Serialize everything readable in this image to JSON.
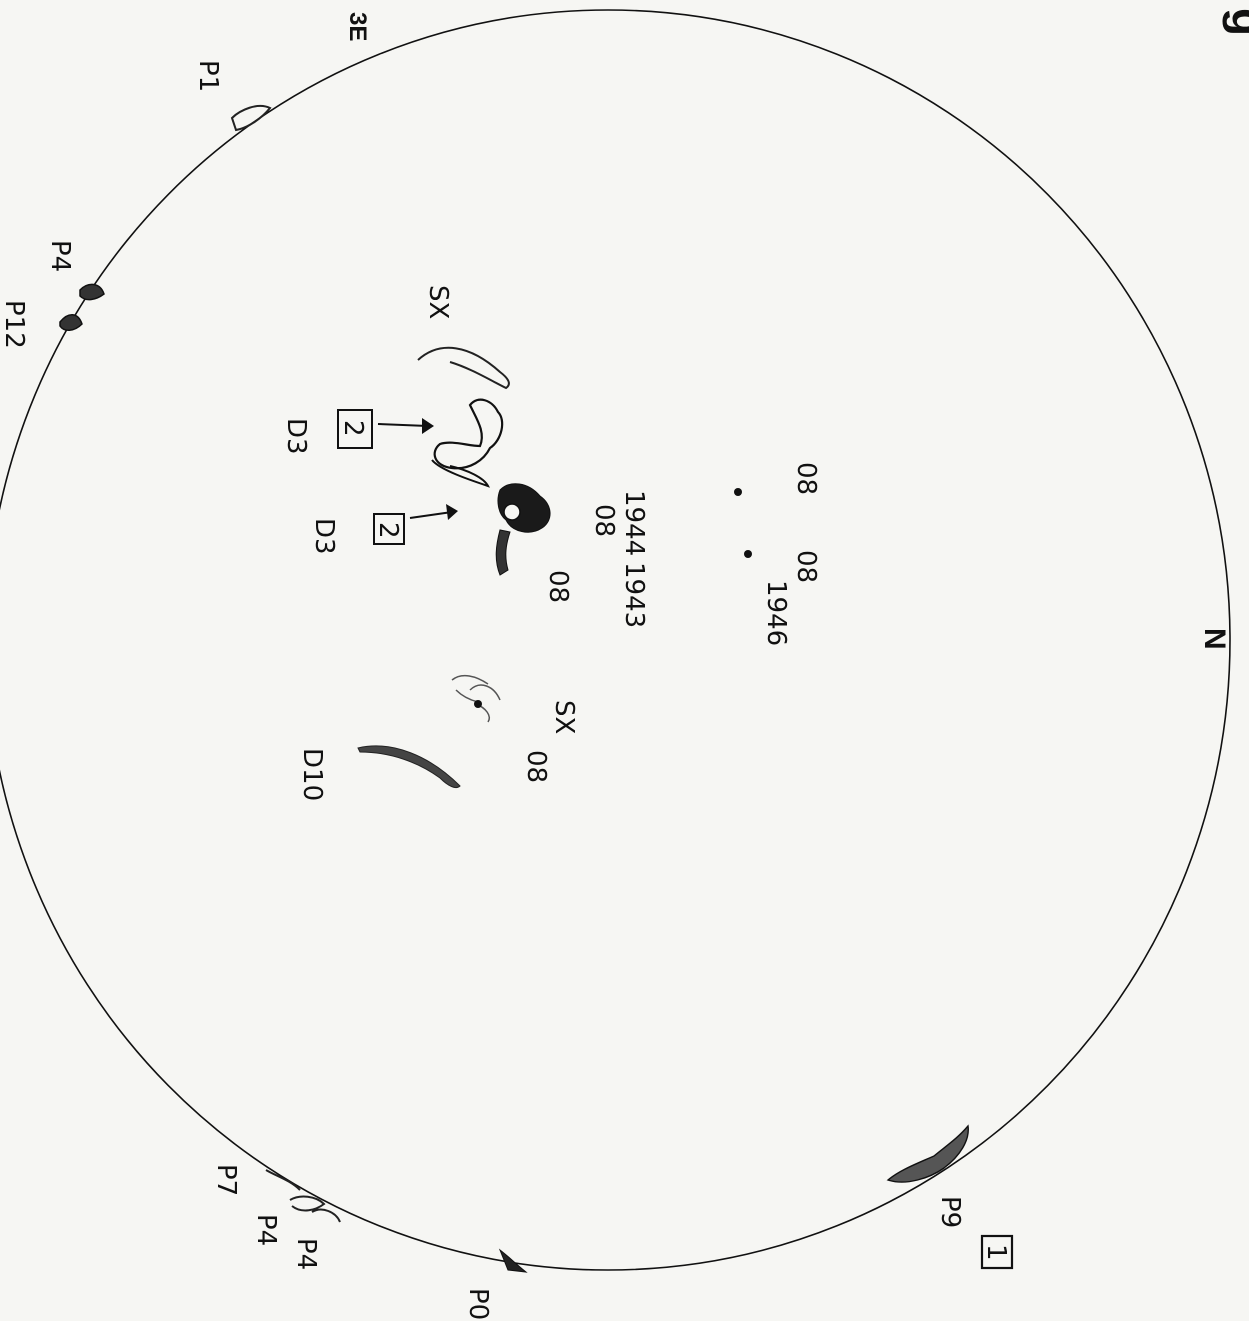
{
  "header_fragment": "g",
  "corner_mark": "3E",
  "compass": "N",
  "box_label_top": "1",
  "box_label_mid": "2",
  "box_label_low": "2",
  "region_labels": {
    "p1": "P1",
    "p4a": "P4",
    "p12": "P12",
    "d3_upper": "D3",
    "d3_lower": "D3",
    "sx_top": "SX",
    "year_1944": "1944",
    "v08_a": "08",
    "year_1943": "1943",
    "v08_b": "08",
    "v08_c": "08",
    "v08_d": "08",
    "year_1946": "1946",
    "sx_mid": "SX",
    "v08_e": "08",
    "d10": "D10",
    "p7": "P7",
    "p4b": "P4",
    "p4c": "P4",
    "p9": "P9",
    "p0": "P0"
  }
}
